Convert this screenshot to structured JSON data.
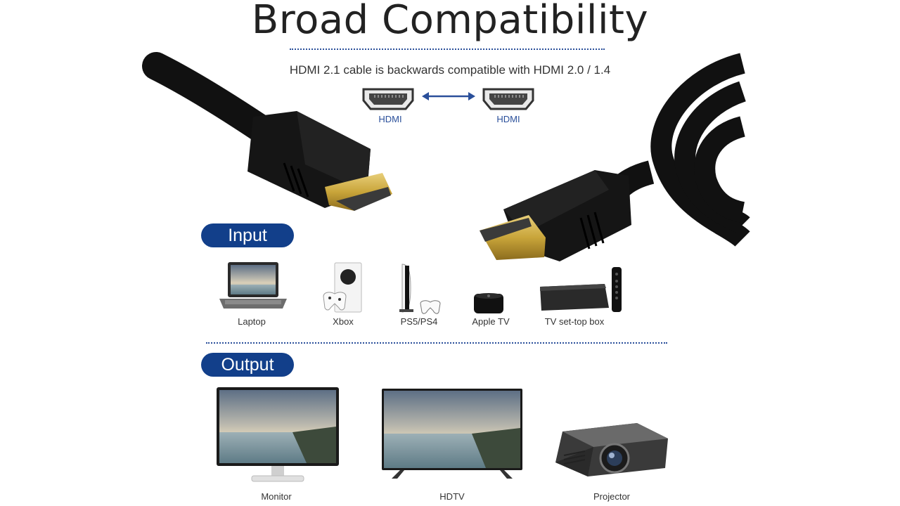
{
  "header": {
    "title": "Broad Compatibility",
    "subtitle": "HDMI 2.1 cable is backwards compatible with HDMI 2.0 / 1.4"
  },
  "ports": [
    {
      "label": "HDMI"
    },
    {
      "label": "HDMI"
    }
  ],
  "input": {
    "heading": "Input",
    "devices": [
      {
        "label": "Laptop",
        "icon": "laptop-icon"
      },
      {
        "label": "Xbox",
        "icon": "xbox-icon"
      },
      {
        "label": "PS5/PS4",
        "icon": "playstation-icon"
      },
      {
        "label": "Apple TV",
        "icon": "apple-tv-icon"
      },
      {
        "label": "TV set-top box",
        "icon": "set-top-box-icon"
      }
    ]
  },
  "output": {
    "heading": "Output",
    "devices": [
      {
        "label": "Monitor",
        "icon": "monitor-icon"
      },
      {
        "label": "HDTV",
        "icon": "hdtv-icon"
      },
      {
        "label": "Projector",
        "icon": "projector-icon"
      }
    ]
  },
  "colors": {
    "accent": "#123f8a",
    "dotted_line": "#2a4f9a",
    "cable": "#111111",
    "connector_gold": "#c9a53a"
  }
}
